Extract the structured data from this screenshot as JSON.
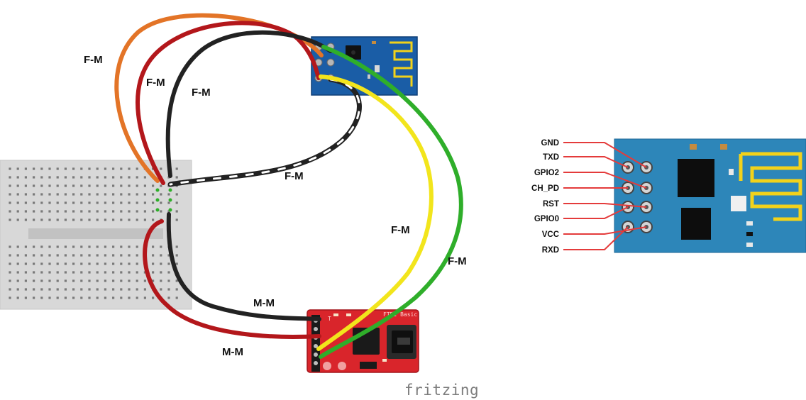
{
  "wiring_labels": {
    "orange_wire": "F-M",
    "red_wire_top": "F-M",
    "black_wire_top": "F-M",
    "black_white_wire": "F-M",
    "yellow_wire": "F-M",
    "green_wire": "F-M",
    "black_wire_bottom": "M-M",
    "red_wire_bottom": "M-M"
  },
  "ftdi_board": {
    "label": "FTDI Basic",
    "prefix": "T"
  },
  "watermark": "fritzing",
  "pinout": {
    "pins": [
      "GND",
      "TXD",
      "GPIO2",
      "CH_PD",
      "RST",
      "GPIO0",
      "VCC",
      "RXD"
    ]
  },
  "colors": {
    "wire_orange": "#e37427",
    "wire_red": "#b3171b",
    "wire_black": "#222222",
    "wire_yellow": "#f2e51c",
    "wire_green": "#2fae2a",
    "esp_blue": "#1a5da6",
    "esp_pinout_blue": "#2d86b9",
    "ftdi_red": "#d9252b",
    "pinout_line": "#e43b3b"
  }
}
